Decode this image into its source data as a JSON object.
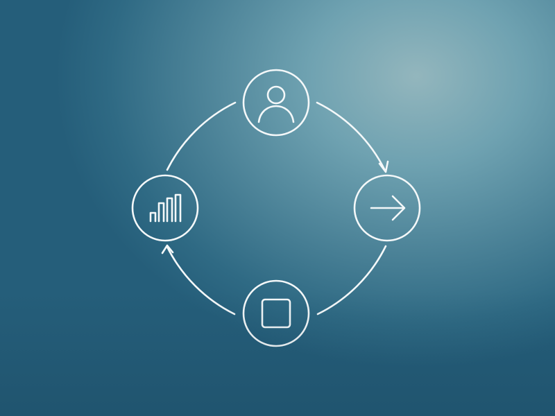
{
  "diagram": {
    "type": "cycle",
    "nodes": [
      {
        "id": "top",
        "icon": "user-icon"
      },
      {
        "id": "right",
        "icon": "arrow-right-icon"
      },
      {
        "id": "bottom",
        "icon": "square-icon"
      },
      {
        "id": "left",
        "icon": "bar-chart-icon"
      }
    ],
    "edges": [
      {
        "from": "top",
        "to": "right",
        "arrowhead": true
      },
      {
        "from": "right",
        "to": "bottom",
        "arrowhead": false
      },
      {
        "from": "bottom",
        "to": "left",
        "arrowhead": true
      },
      {
        "from": "left",
        "to": "top",
        "arrowhead": false
      }
    ],
    "colors": {
      "stroke": "#f4f8f9",
      "background_light": "#93b6bd",
      "background_dark": "#255e7a"
    }
  }
}
